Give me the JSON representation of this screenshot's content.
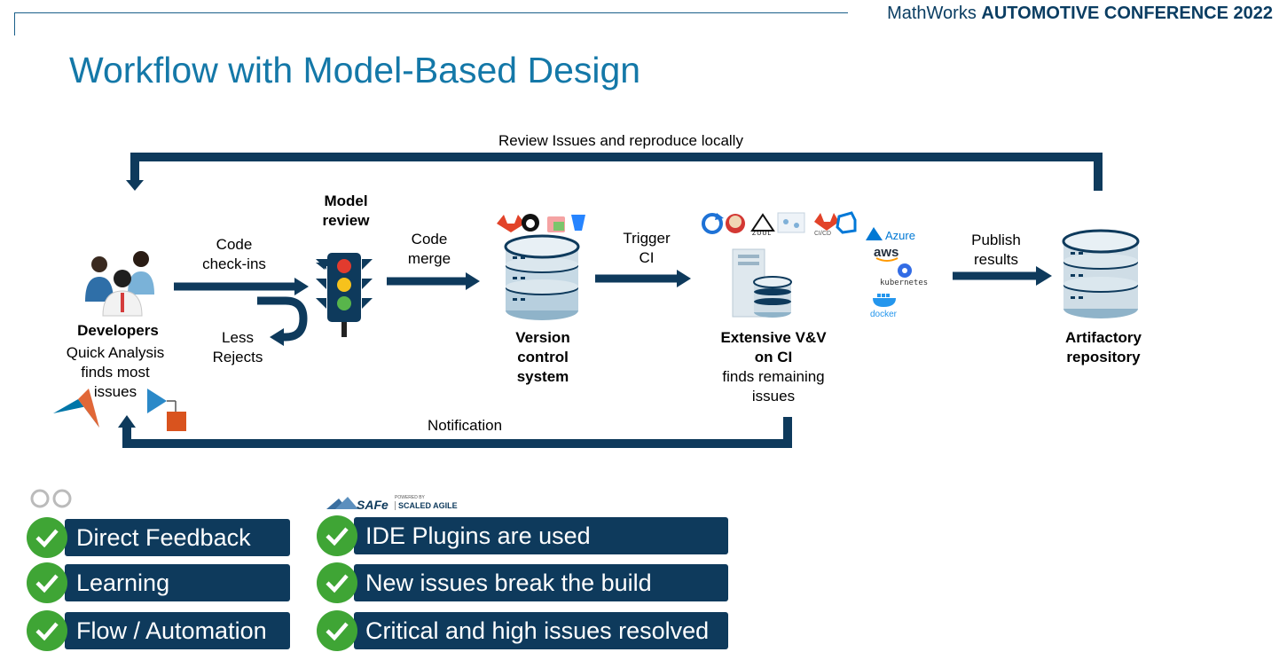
{
  "header": {
    "conference_brand": "MathWorks",
    "conference_name": "AUTOMOTIVE CONFERENCE 2022"
  },
  "title": "Workflow with Model-Based Design",
  "diagram": {
    "loop_top": "Review Issues and reproduce locally",
    "notification": "Notification",
    "developers_title": "Developers",
    "developers_sub1": "Quick Analysis",
    "developers_sub2": "finds most",
    "developers_sub3": "issues",
    "code_checkins_1": "Code",
    "code_checkins_2": "check-ins",
    "less_rejects_1": "Less",
    "less_rejects_2": "Rejects",
    "model_review_1": "Model",
    "model_review_2": "review",
    "code_merge_1": "Code",
    "code_merge_2": "merge",
    "vcs_1": "Version",
    "vcs_2": "control",
    "vcs_3": "system",
    "trigger_1": "Trigger",
    "trigger_2": "CI",
    "vv_1": "Extensive V&V",
    "vv_2": "on CI",
    "vv_3": "finds remaining",
    "vv_4": "issues",
    "publish_1": "Publish",
    "publish_2": "results",
    "artifactory_1": "Artifactory",
    "artifactory_2": "repository",
    "cloud_azure": "Azure",
    "cloud_aws": "aws",
    "cloud_k8s": "kubernetes",
    "cloud_docker": "docker",
    "ci_zuul": "ZUUL",
    "ci_gitlab": "CI/CD"
  },
  "safe": {
    "logo": "SAFe",
    "sub_small": "POWERED BY",
    "sub": "SCALED AGILE"
  },
  "left_list": [
    "Direct Feedback",
    "Learning",
    "Flow / Automation"
  ],
  "right_list": [
    "IDE Plugins are used",
    "New issues break the build",
    "Critical and high issues resolved"
  ],
  "colors": {
    "navy": "#0e3a5c",
    "title_blue": "#1478a8",
    "check_green": "#3fa535"
  }
}
